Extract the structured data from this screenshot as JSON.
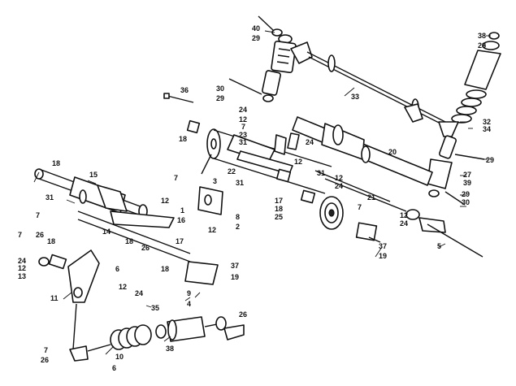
{
  "callouts": [
    {
      "id": "c40a",
      "text": "40"
    },
    {
      "id": "c29a",
      "text": "29"
    },
    {
      "id": "c38",
      "text": "38"
    },
    {
      "id": "c28",
      "text": "28"
    },
    {
      "id": "c30a",
      "text": "30"
    },
    {
      "id": "c29b",
      "text": "29"
    },
    {
      "id": "c36",
      "text": "36"
    },
    {
      "id": "c33",
      "text": "33"
    },
    {
      "id": "c32",
      "text": "32"
    },
    {
      "id": "c34",
      "text": "34"
    },
    {
      "id": "c24a",
      "text": "24"
    },
    {
      "id": "c12a",
      "text": "12"
    },
    {
      "id": "c7a",
      "text": "7"
    },
    {
      "id": "c23",
      "text": "23"
    },
    {
      "id": "c31a",
      "text": "31"
    },
    {
      "id": "c24b",
      "text": "24"
    },
    {
      "id": "c18a",
      "text": "18"
    },
    {
      "id": "c20",
      "text": "20"
    },
    {
      "id": "c29c",
      "text": "29"
    },
    {
      "id": "c27",
      "text": "27"
    },
    {
      "id": "c39",
      "text": "39"
    },
    {
      "id": "c22",
      "text": "22"
    },
    {
      "id": "c12b",
      "text": "12"
    },
    {
      "id": "c31b",
      "text": "31"
    },
    {
      "id": "c12c",
      "text": "12"
    },
    {
      "id": "c24c",
      "text": "24"
    },
    {
      "id": "c31c",
      "text": "31"
    },
    {
      "id": "c21",
      "text": "21"
    },
    {
      "id": "c29d",
      "text": "29"
    },
    {
      "id": "c30b",
      "text": "30"
    },
    {
      "id": "c17a",
      "text": "17"
    },
    {
      "id": "c18b",
      "text": "18"
    },
    {
      "id": "c25",
      "text": "25"
    },
    {
      "id": "c7b",
      "text": "7"
    },
    {
      "id": "c12d",
      "text": "12"
    },
    {
      "id": "c24d",
      "text": "24"
    },
    {
      "id": "c18c",
      "text": "18"
    },
    {
      "id": "c15",
      "text": "15"
    },
    {
      "id": "c7c",
      "text": "7"
    },
    {
      "id": "c3",
      "text": "3"
    },
    {
      "id": "c31d",
      "text": "31"
    },
    {
      "id": "c12e",
      "text": "12"
    },
    {
      "id": "c1",
      "text": "1"
    },
    {
      "id": "c8",
      "text": "8"
    },
    {
      "id": "c16",
      "text": "16"
    },
    {
      "id": "c12f",
      "text": "12"
    },
    {
      "id": "c2",
      "text": "2"
    },
    {
      "id": "c7d",
      "text": "7"
    },
    {
      "id": "c26a",
      "text": "26"
    },
    {
      "id": "c14",
      "text": "14"
    },
    {
      "id": "c7e",
      "text": "7"
    },
    {
      "id": "c18d",
      "text": "18"
    },
    {
      "id": "c18e",
      "text": "18"
    },
    {
      "id": "c26b",
      "text": "26"
    },
    {
      "id": "c17b",
      "text": "17"
    },
    {
      "id": "c24e",
      "text": "24"
    },
    {
      "id": "c12g",
      "text": "12"
    },
    {
      "id": "c13",
      "text": "13"
    },
    {
      "id": "c6a",
      "text": "6"
    },
    {
      "id": "c18f",
      "text": "18"
    },
    {
      "id": "c37a",
      "text": "37"
    },
    {
      "id": "c19a",
      "text": "19"
    },
    {
      "id": "c37b",
      "text": "37"
    },
    {
      "id": "c19b",
      "text": "19"
    },
    {
      "id": "c5",
      "text": "5"
    },
    {
      "id": "c11",
      "text": "11"
    },
    {
      "id": "c12h",
      "text": "12"
    },
    {
      "id": "c24f",
      "text": "24"
    },
    {
      "id": "c9",
      "text": "9"
    },
    {
      "id": "c4",
      "text": "4"
    },
    {
      "id": "c35",
      "text": "35"
    },
    {
      "id": "c26c",
      "text": "26"
    },
    {
      "id": "c38b",
      "text": "38"
    },
    {
      "id": "c10",
      "text": "10"
    },
    {
      "id": "c7f",
      "text": "7"
    },
    {
      "id": "c26d",
      "text": "26"
    },
    {
      "id": "c6b",
      "text": "6"
    }
  ]
}
